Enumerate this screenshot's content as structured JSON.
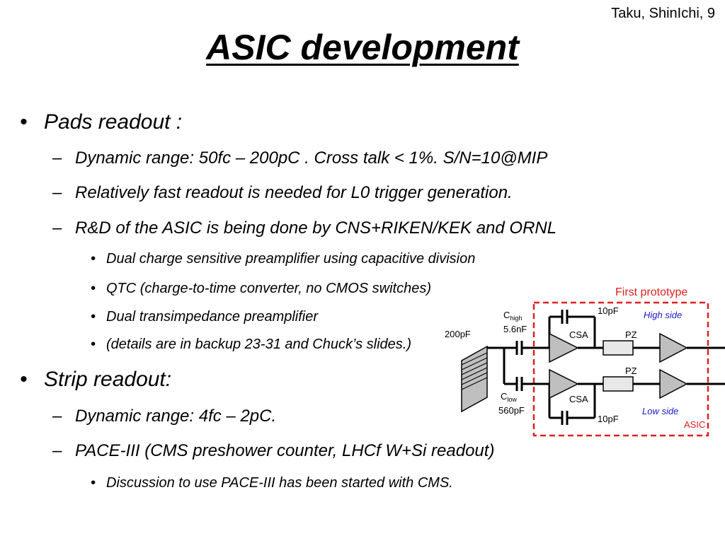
{
  "header": {
    "author_page": "Taku, ShinIchi, 9"
  },
  "title": "ASIC development",
  "markers": {
    "bullet": "•",
    "dash": "–",
    "sub_bullet": "•"
  },
  "outline": {
    "pads": {
      "heading": "Pads readout :",
      "items": [
        "Dynamic range: 50fc – 200pC . Cross talk < 1%. S/N=10@MIP",
        "Relatively fast readout is needed for L0 trigger generation.",
        "R&D of the ASIC is being done by CNS+RIKEN/KEK and ORNL"
      ],
      "subitems": [
        "Dual charge sensitive preamplifier using capacitive division",
        "QTC  (charge-to-time converter, no CMOS switches)",
        "Dual transimpedance preamplifier",
        "(details are in backup 23-31 and Chuck’s slides.)"
      ]
    },
    "strip": {
      "heading": "Strip readout:",
      "items": [
        "Dynamic range: 4fc – 2pC.",
        "PACE-III (CMS preshower counter, LHCf W+Si readout)"
      ],
      "subitems": [
        " Discussion to use PACE-III has been started with CMS."
      ]
    }
  },
  "circuit": {
    "prototype_label": "First prototype",
    "asic_label": "ASIC",
    "high_side_label": "High side",
    "low_side_label": "Low side",
    "c_main": "C",
    "c_high_sub": "high",
    "c_high_value": "5.6nF",
    "c_low_sub": "low",
    "c_low_value": "560pF",
    "detector_cap": "200pF",
    "fb_cap_top": "10pF",
    "fb_cap_bottom": "10pF",
    "csa_label": "CSA",
    "pz_label": "PZ",
    "colors": {
      "red": "#e02020",
      "blue": "#1a1acc",
      "amp_fill": "#bfbfbf",
      "pz_fill": "#e8e8e8"
    }
  }
}
